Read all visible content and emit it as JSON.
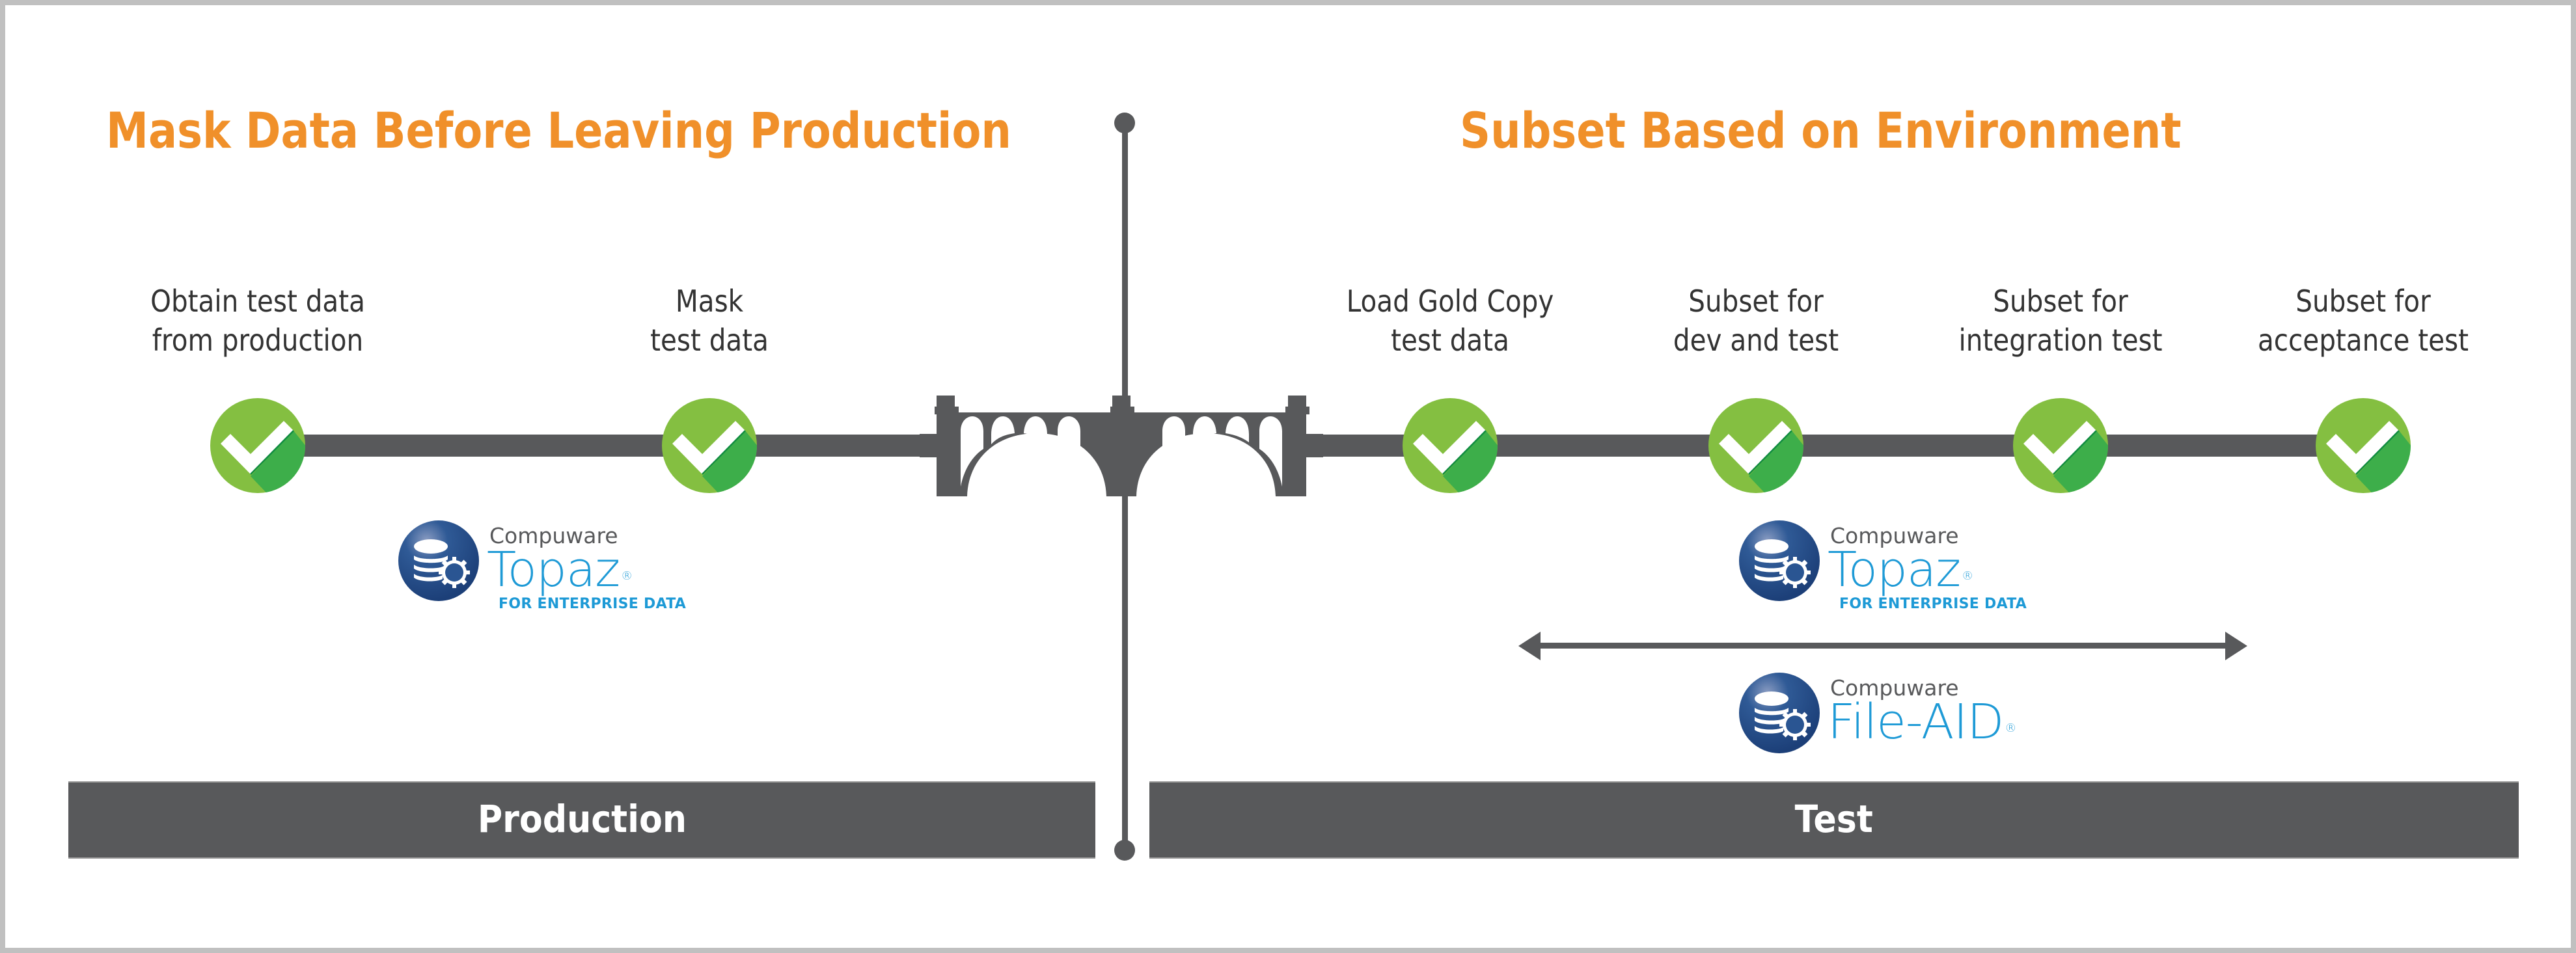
{
  "sections": {
    "left_title": "Mask Data Before Leaving Production",
    "right_title": "Subset Based on Environment"
  },
  "steps": [
    {
      "line1": "Obtain test data",
      "line2": "from production",
      "status": "complete",
      "icon": "check-circle-icon"
    },
    {
      "line1": "Mask",
      "line2": "test data",
      "status": "complete",
      "icon": "check-circle-icon"
    },
    {
      "line1": "Load Gold Copy",
      "line2": "test data",
      "status": "complete",
      "icon": "check-circle-icon"
    },
    {
      "line1": "Subset for",
      "line2": "dev and test",
      "status": "complete",
      "icon": "check-circle-icon"
    },
    {
      "line1": "Subset for",
      "line2": "integration test",
      "status": "complete",
      "icon": "check-circle-icon"
    },
    {
      "line1": "Subset for",
      "line2": "acceptance test",
      "status": "complete",
      "icon": "check-circle-icon"
    }
  ],
  "bridge_icon": "bridge-icon",
  "logos": {
    "topaz_left": {
      "company": "Compuware",
      "product": "Topaz",
      "mark": "®",
      "sub": "FOR ENTERPRISE DATA",
      "icon": "database-gear-icon"
    },
    "topaz_right": {
      "company": "Compuware",
      "product": "Topaz",
      "mark": "®",
      "sub": "FOR ENTERPRISE DATA",
      "icon": "database-gear-icon"
    },
    "fileaid": {
      "company": "Compuware",
      "product": "File-AID",
      "mark": "®",
      "icon": "database-gear-icon"
    }
  },
  "arrow_icon": "double-headed-arrow-icon",
  "environments": {
    "production": "Production",
    "test": "Test"
  },
  "colors": {
    "title_orange": "#f0902a",
    "timeline_gray": "#58595b",
    "check_light_green": "#84bf41",
    "check_dark_green": "#3dae4a",
    "brand_blue": "#1e9ad6",
    "badge_navy": "#1f4b87",
    "frame_gray": "#c0c0c0"
  }
}
